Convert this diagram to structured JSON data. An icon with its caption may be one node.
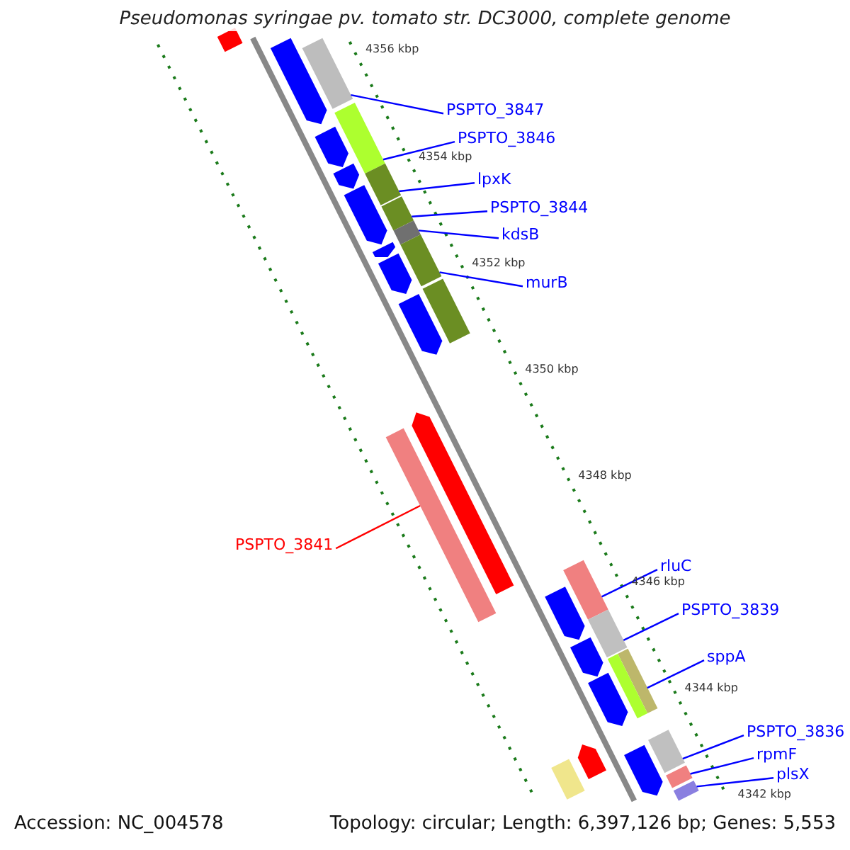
{
  "diagram": {
    "title": "Pseudomonas syringae pv. tomato str. DC3000, complete genome",
    "nodes": [
      {
        "text": [
          "PSPTO_3847"
        ]
      },
      {
        "text": [
          "PSPTO_3846"
        ]
      },
      {
        "text": [
          "lpxK"
        ]
      },
      {
        "text": [
          "PSPTO_3844"
        ]
      },
      {
        "text": [
          "kdsB"
        ]
      },
      {
        "text": [
          "murB"
        ]
      },
      {
        "text": [
          "PSPTO_3841"
        ]
      },
      {
        "text": [
          "rluC"
        ]
      },
      {
        "text": [
          "PSPTO_3839"
        ]
      },
      {
        "text": [
          "sppA"
        ]
      },
      {
        "text": [
          "PSPTO_3836"
        ]
      },
      {
        "text": [
          "rpmF"
        ]
      },
      {
        "text": [
          "plsX"
        ]
      },
      {
        "text": [],
        "shape": "bar"
      },
      {
        "text": [],
        "shape": "bar"
      },
      {
        "text": [],
        "shape": "bar"
      },
      {
        "text": [],
        "shape": "bar"
      },
      {
        "text": [],
        "shape": "bar"
      },
      {
        "text": [],
        "shape": "bar"
      },
      {
        "text": [],
        "shape": "bar"
      },
      {
        "text": [],
        "shape": "bar"
      },
      {
        "text": [],
        "shape": "bar"
      },
      {
        "text": [],
        "shape": "bar"
      },
      {
        "text": [],
        "shape": "bar"
      },
      {
        "text": [],
        "shape": "bar"
      },
      {
        "text": [],
        "shape": "bar"
      },
      {
        "text": [],
        "shape": "bar"
      },
      {
        "text": [],
        "shape": "bar"
      },
      {
        "text": [],
        "shape": "bar"
      },
      {
        "text": [],
        "shape": "bar"
      },
      {
        "text": [],
        "shape": "bar"
      },
      {
        "text": [],
        "shape": "bar"
      },
      {
        "text": [],
        "shape": "bar"
      },
      {
        "text": [],
        "shape": "bar"
      },
      {
        "text": [],
        "shape": "bar"
      },
      {
        "text": [],
        "shape": "bar"
      },
      {
        "text": [],
        "shape": "bar"
      },
      {
        "text": [],
        "shape": "bar"
      },
      {
        "text": [],
        "shape": "bar"
      },
      {
        "text": [],
        "shape": "bar"
      },
      {
        "text": [],
        "shape": "bar"
      },
      {
        "text": [],
        "shape": "bar"
      },
      {
        "text": [],
        "shape": "bar"
      }
    ],
    "edges": [
      {
        "from": 0,
        "to": 13,
        "arrow": "none"
      },
      {
        "from": 1,
        "to": 14,
        "arrow": "none"
      },
      {
        "from": 2,
        "to": 15,
        "arrow": "none"
      },
      {
        "from": 3,
        "to": 16,
        "arrow": "none"
      },
      {
        "from": 4,
        "to": 17,
        "arrow": "none"
      },
      {
        "from": 5,
        "to": 18,
        "arrow": "none"
      },
      {
        "from": 6,
        "to": 19,
        "arrow": "none",
        "color": "#ff0000"
      },
      {
        "from": 7,
        "to": 20,
        "arrow": "none"
      },
      {
        "from": 8,
        "to": 21,
        "arrow": "none"
      },
      {
        "from": 9,
        "to": 22,
        "arrow": "none"
      },
      {
        "from": 10,
        "to": 23,
        "arrow": "none"
      },
      {
        "from": 11,
        "to": 24,
        "arrow": "none"
      },
      {
        "from": 12,
        "to": 25,
        "arrow": "none"
      }
    ],
    "labels": [
      "4356 kbp",
      "4354 kbp",
      "4352 kbp",
      "4350 kbp",
      "4348 kbp",
      "4346 kbp",
      "4344 kbp",
      "4342 kbp",
      "Accession: NC_004578",
      "Topology: circular; Length: 6,397,126 bp; Genes: 5,553"
    ]
  }
}
